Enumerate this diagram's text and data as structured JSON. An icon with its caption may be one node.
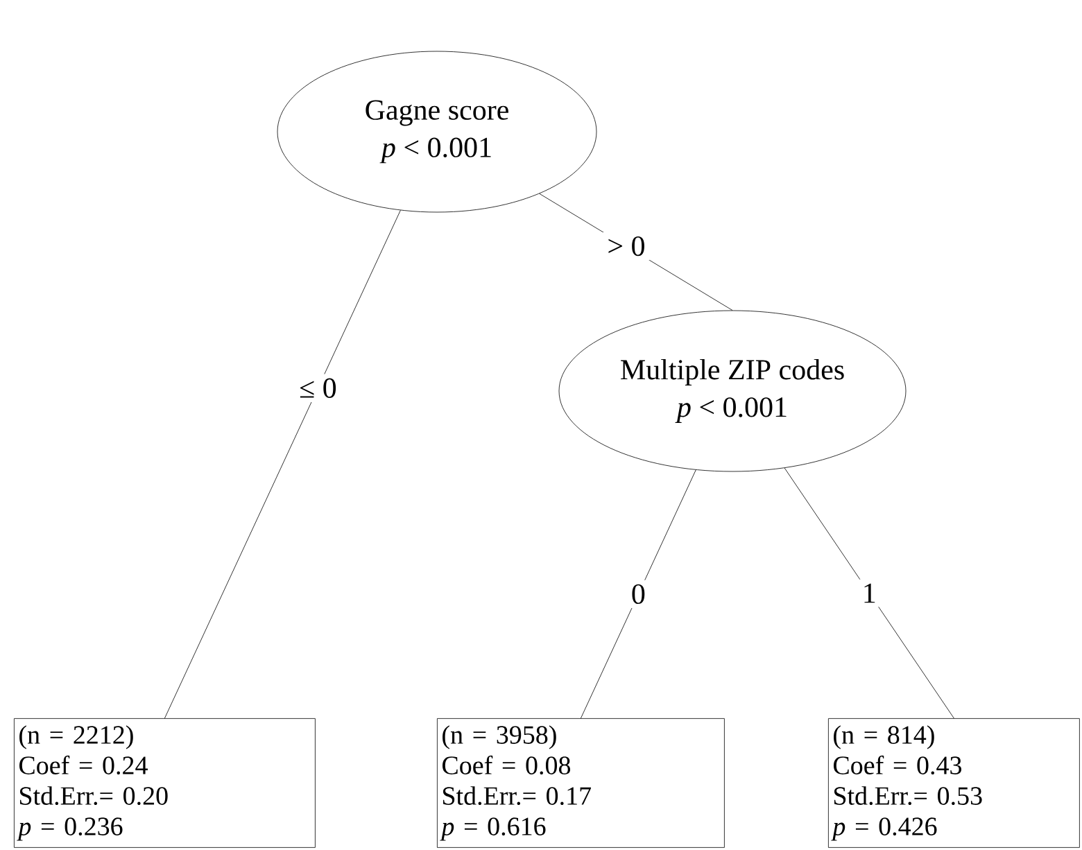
{
  "diagram": {
    "nodes": [
      {
        "text": [
          "Gagne score",
          "*p*  < 0.001"
        ]
      },
      {
        "text": [
          "Multiple ZIP codes",
          "*p* < 0.001"
        ]
      },
      {
        "text": [
          "(n = 2212)",
          "Coef = 0.24",
          "Std.Err.= 0.20",
          "*p* = 0.236"
        ]
      },
      {
        "text": [
          "(n = 3958)",
          "Coef = 0.08",
          "Std.Err.= 0.17",
          "*p* = 0.616"
        ]
      },
      {
        "text": [
          "(n = 814)",
          "Coef = 0.43",
          "Std.Err.= 0.53",
          "*p* = 0.426"
        ]
      }
    ],
    "edges": [
      {
        "from": 0,
        "to": 2,
        "arrow": "none",
        "label": "≤ 0"
      },
      {
        "from": 0,
        "to": 1,
        "arrow": "none",
        "label": "> 0"
      },
      {
        "from": 1,
        "to": 3,
        "arrow": "none",
        "label": "0"
      },
      {
        "from": 1,
        "to": 4,
        "arrow": "none",
        "label": "1"
      }
    ]
  }
}
